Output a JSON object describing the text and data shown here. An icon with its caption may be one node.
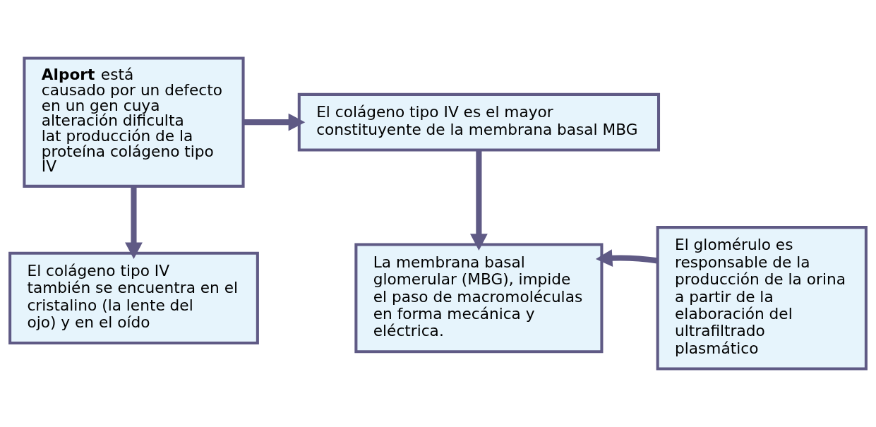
{
  "diagram": {
    "nodes": [
      {
        "text": [
          "**Alport** está causado por un defecto en un gen cuya alteración dificulta lat producción de la proteína colágeno tipo IV"
        ]
      },
      {
        "text": [
          "El colágeno tipo IV es el mayor constituyente de la membrana basal MBG"
        ]
      },
      {
        "text": [
          "La membrana basal glomerular (MBG), impide el paso de macromoléculas en forma mecánica y eléctrica."
        ]
      },
      {
        "text": [
          "El glomérulo es responsable de la producción de la orina a partir de la elaboración del ultrafiltrado plasmático"
        ]
      },
      {
        "text": [
          "El colágeno tipo IV también se encuentra en el cristalino (la lente del ojo) y en el oído"
        ]
      }
    ],
    "edges": [
      {
        "from": 0,
        "to": 1,
        "arrow": "to"
      },
      {
        "from": 1,
        "to": 2,
        "arrow": "to"
      },
      {
        "from": 3,
        "to": 2,
        "arrow": "to"
      },
      {
        "from": 0,
        "to": 4,
        "arrow": "to"
      }
    ]
  }
}
